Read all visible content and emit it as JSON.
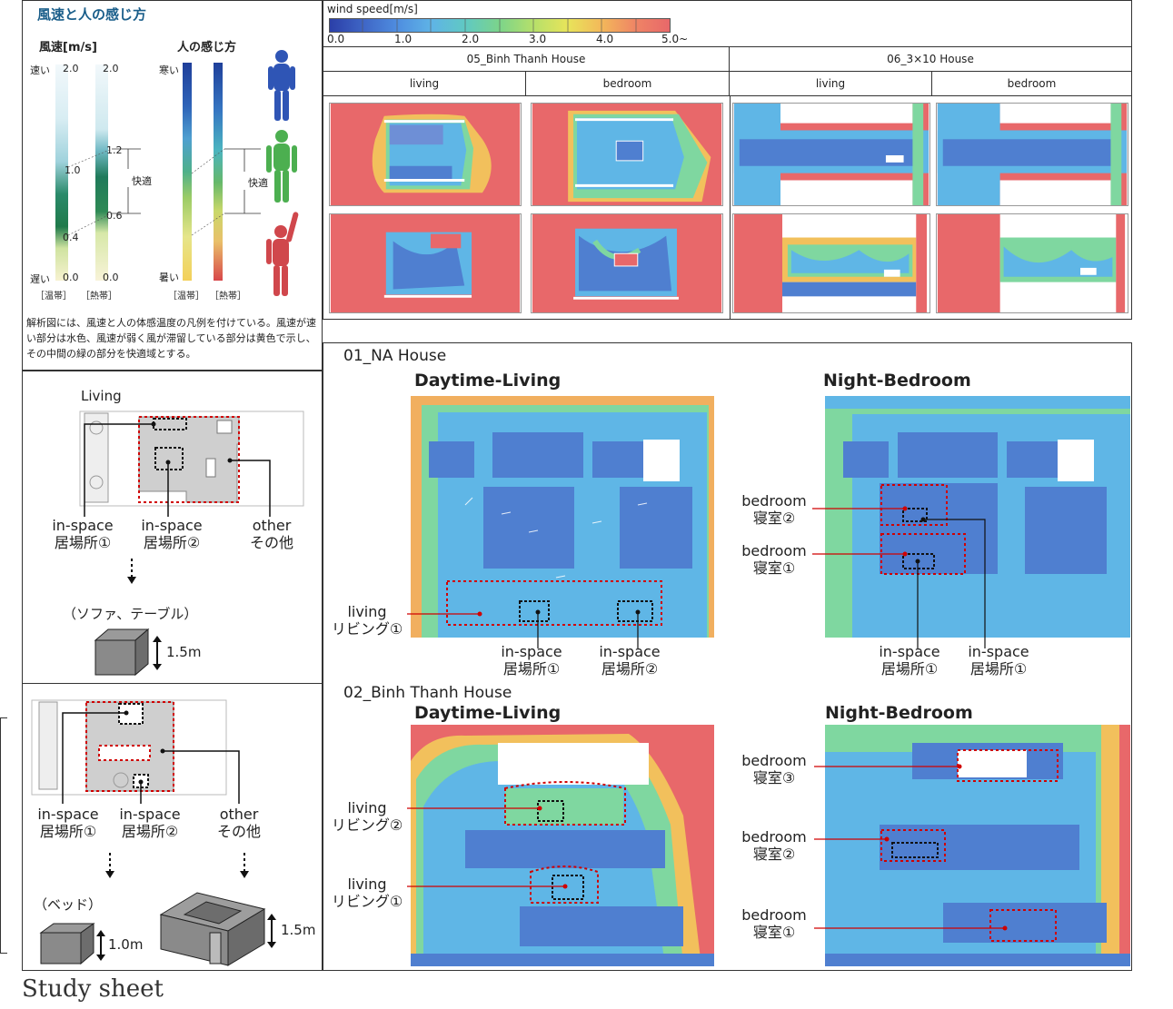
{
  "legend_panel": {
    "title": "風速と人の感じ方",
    "wind_header": "風速[m/s]",
    "feel_header": "人の感じ方",
    "fast": "速い",
    "slow": "遅い",
    "cold": "寒い",
    "hot": "暑い",
    "comfort": "快適",
    "v20a": "2.0",
    "v20b": "2.0",
    "v12": "1.2",
    "v10": "1.0",
    "v06": "0.6",
    "v04": "0.4",
    "v00a": "0.0",
    "v00b": "0.0",
    "temperate": "［温帯］",
    "tropical": "［熱帯］",
    "temperate2": "［温帯］",
    "tropical2": "［熱帯］",
    "description": "解析図には、風速と人の体感温度の凡例を付けている。風速が速い部分は水色、風速が弱く風が滞留している部分は黄色で示し、その中間の緑の部分を快適域とする。"
  },
  "plan_living": {
    "title": "Living",
    "in1_en": "in-space",
    "in1_jp": "居場所①",
    "in2_en": "in-space",
    "in2_jp": "居場所②",
    "other_en": "other",
    "other_jp": "その他",
    "furniture": "（ソファ、テーブル）",
    "height": "1.5m"
  },
  "plan_bed": {
    "in1_en": "in-space",
    "in1_jp": "居場所①",
    "in2_en": "in-space",
    "in2_jp": "居場所②",
    "other_en": "other",
    "other_jp": "その他",
    "furniture": "（ベッド）",
    "height1": "1.0m",
    "height2": "1.5m"
  },
  "wind_legend": {
    "title": "wind speed[m/s]",
    "ticks": [
      "0.0",
      "1.0",
      "2.0",
      "3.0",
      "4.0",
      "5.0~"
    ]
  },
  "table": {
    "house_a": "05_Binh Thanh House",
    "house_b": "06_3×10 House",
    "living_a": "living",
    "bedroom_a": "bedroom",
    "living_b": "living",
    "bedroom_b": "bedroom"
  },
  "na_house": {
    "title": "01_NA House",
    "day_title": "Daytime-Living",
    "night_title": "Night-Bedroom",
    "living_en": "living",
    "living_jp": "リビング①",
    "in1_en": "in-space",
    "in1_jp": "居場所①",
    "in2_en": "in-space",
    "in2_jp": "居場所②",
    "bed2_en": "bedroom",
    "bed2_jp": "寝室②",
    "bed1_en": "bedroom",
    "bed1_jp": "寝室①",
    "nin1_en": "in-space",
    "nin1_jp": "居場所①",
    "nin2_en": "in-space",
    "nin2_jp": "居場所①"
  },
  "binh_house": {
    "title": "02_Binh Thanh House",
    "day_title": "Daytime-Living",
    "night_title": "Night-Bedroom",
    "living2_en": "living",
    "living2_jp": "リビング②",
    "living1_en": "living",
    "living1_jp": "リビング①",
    "bed3_en": "bedroom",
    "bed3_jp": "寝室③",
    "bed2_en": "bedroom",
    "bed2_jp": "寝室②",
    "bed1_en": "bedroom",
    "bed1_jp": "寝室①"
  },
  "footer": {
    "caption": "Study sheet"
  },
  "colors": {
    "callout_red": "#d00000",
    "slow_red": "#e8686a",
    "fast_blue": "#4f7fd0"
  }
}
